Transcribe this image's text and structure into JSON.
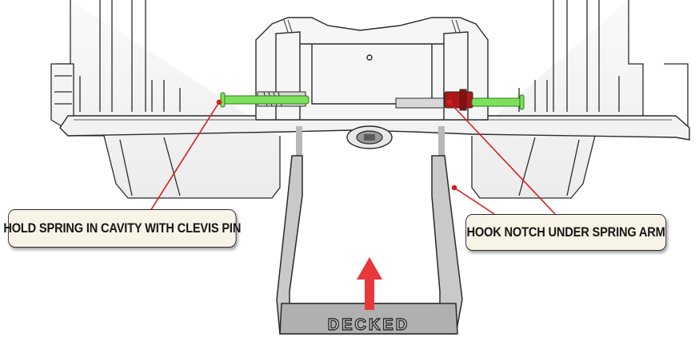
{
  "callouts": {
    "left": "HOLD SPRING IN CAVITY WITH CLEVIS PIN",
    "right": "HOOK NOTCH UNDER SPRING ARM"
  },
  "handle_logo_text": "DECKED",
  "colors": {
    "leader_line": "#d42020",
    "arrow": "#e8383a",
    "clevis_pin": "#7de05a",
    "spring_hook": "#b01818",
    "outline": "#2b2b2b",
    "callout_fill": "#f7f3e6"
  }
}
